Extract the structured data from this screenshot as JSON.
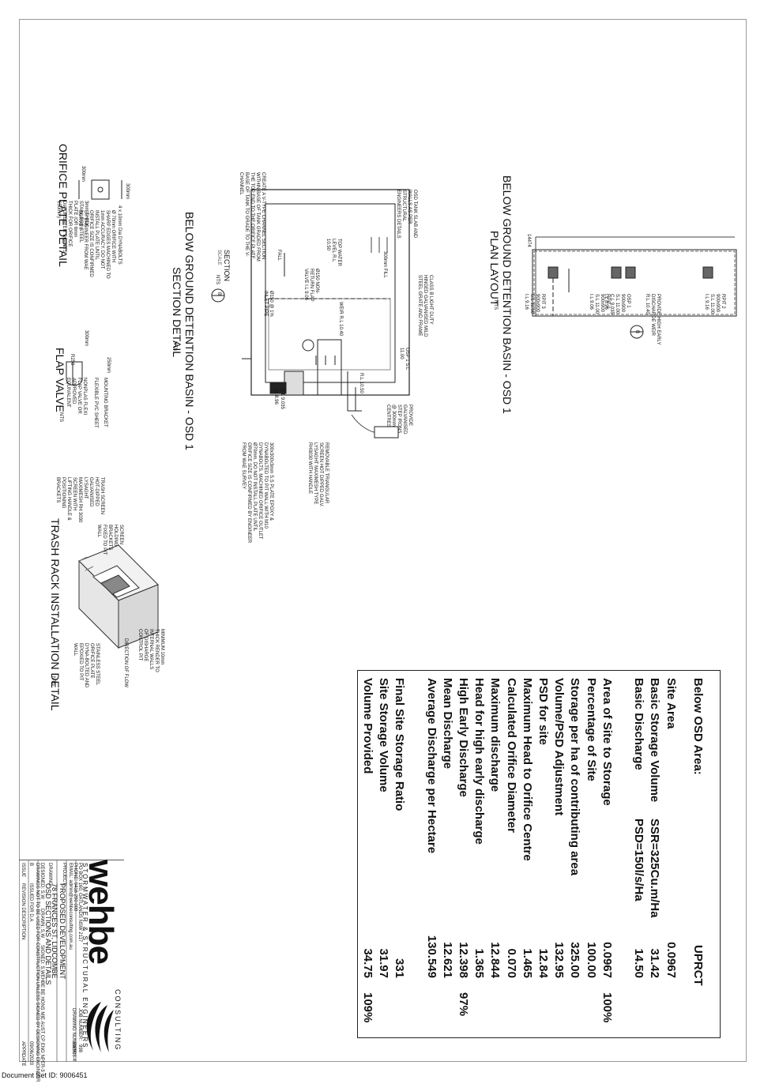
{
  "plan": {
    "title": "BELOW GROUND DETENTION BASIN - OSD 1",
    "subtitle": "PLAN LAYOUT",
    "scale": "NTS",
    "dimension": "14474",
    "pit_labels": [
      "RPIT 2\n900x900\nS.L 11.00\nI.L 9.16",
      "PROVIDE HIGH EARLY\nDISCHARGE WEIR\nR.L 10.40",
      "OSP 1\n900x900\nS.L 11.00\nC.L 9.035\nI.L 8.96",
      "RPIT 1\n900x900\nS.L 11.00\nI.L 9.06",
      "RPIT 3\n900x900\nS.L 11.00\nI.L 9.16"
    ],
    "section_marker": "B"
  },
  "section": {
    "title": "BELOW GROUND DETENTION BASIN - OSD 1",
    "subtitle": "SECTION DETAIL",
    "scale": "NTS",
    "section_label": "SECTION",
    "section_scale": "SCALE",
    "section_nts": "NTS",
    "section_marker": "B",
    "notes": [
      "OSD TANK SLAB AND WALLS AS PER STRUCTURAL ENGINEERS DETAILS",
      "CLASS B LIGHT DUTY HINGED GALVANISED MILD STEEL GRATE AND FRAME",
      "300mm FILL",
      "TOP WATER LEVEL R.L 10.50",
      "WEIR R.L 10.40",
      "FALL",
      "Ø150 NON-RETURN FLAP VALVE I.L 9.06",
      "Ø150 @ 1% INLET PIPE",
      "CREATE A V-TYPE CHANNEL SECTION WITHIN BASE OF TANK GRADED FROM THE TOP END TO THE ORIFICE PLATE. BASE OF TANK TO GRADE TO THE V-CHANNEL",
      "OSP 1 S.L 11.00",
      "R.L 10.50",
      "PROVIDE GALVANISED STEP IRONS @ 300mm CENTRES",
      "C.L 9.035",
      "I.L 8.96",
      "REMOVABLE TRIANGULAR SCREEN HOT DIPPED GALV. LYSAGHT MAXIMESH TYPE RH3030 WITH HANDLE",
      "300x300x3mm S.S PLATE EPOXY & DYNABOLTED TO PIT WALL WITH M10 DYNABOLTS. MACHINED ORIFICE OUTLET Ø70mm. DO NOT INSTALL PLATE UNTIL ORIFICE SIZE IS CONFIRMED BY ENGINEER FROM WAE SURVEY"
    ]
  },
  "orifice": {
    "title": "ORIFICE PLATE DETAIL",
    "scale": "NTS",
    "notes": [
      "300mm",
      "300mm",
      "4 x 10mm Dia DYNABOLTS",
      "Ø 70mm ORIFICE WITH SHARP EDGES MACHINED TO 1mm ACCURACY. DO NOT INSTALL PLATE UNTIL ORIFICE SIZE IS CONFIRMED BY ENGINEER FROM WAE SURVEY",
      "3mm THICK STAINLESS STEEL PLATE (OR 6mm THICK FOR ORIFICE DIA GREATER THAN 150mm)"
    ]
  },
  "flap": {
    "title": "FLAP VALVE",
    "scale": "NTS",
    "notes": [
      "250mm",
      "300mm",
      "R250",
      "MOUNTING BRACKET",
      "FLEXIBLE PVC SHEET",
      "NONPLAS FLEXI FLAP VALVE OR APPROVED EQUIVALENT"
    ]
  },
  "trash": {
    "title": "TRASH RACK INSTALLATION DETAIL",
    "scale": "NTS",
    "notes": [
      "SCREEN HOLDING BRACKETS FIXED TO PIT WALL",
      "TRASH SCREEN HOT-DIPPED GALVANISED LYSAGHT MAXIMESH RH 3030 SCREEN WITH LIFTING HANDLE & POSITIONING BRACKETS",
      "MINIMUM 10mm THICK RENDER TO INTERNAL WALLS OF DISHARGE CONTROL PIT",
      "DIRECTION OF FLOW",
      "STAINLESS STEEL ORIFICE PLATE DYNA-BOLTED AND EPOXIED TO PIT WALL"
    ]
  },
  "osd_table": {
    "heading": "Below OSD Area:",
    "heading_value": "UPRCT",
    "rows": [
      {
        "label": "Site Area",
        "mid": "",
        "value": "0.0967",
        "pct": ""
      },
      {
        "label": "Basic Storage Volume",
        "mid": "SSR=325Cu.m/Ha",
        "value": "31.42",
        "pct": ""
      },
      {
        "label": "Basic Discharge",
        "mid": "PSD=150l/s/Ha",
        "value": "14.50",
        "pct": ""
      },
      {
        "label": "",
        "mid": "",
        "value": "",
        "pct": ""
      },
      {
        "label": "Area of Site to Storage",
        "mid": "",
        "value": "0.0967",
        "pct": "100%"
      },
      {
        "label": "Percentage of Site",
        "mid": "",
        "value": "100.00",
        "pct": ""
      },
      {
        "label": "Storage per ha of contributing area",
        "mid": "",
        "value": "325.00",
        "pct": ""
      },
      {
        "label": "Volume/PSD Adjustment",
        "mid": "",
        "value": "132.95",
        "pct": ""
      },
      {
        "label": "PSD for site",
        "mid": "",
        "value": "12.84",
        "pct": ""
      },
      {
        "label": "Maximum Head to Orifice Centre",
        "mid": "",
        "value": "1.465",
        "pct": ""
      },
      {
        "label": "Calculated Orifice Diameter",
        "mid": "",
        "value": "0.070",
        "pct": ""
      },
      {
        "label": "Maximum discharge",
        "mid": "",
        "value": "12.844",
        "pct": ""
      },
      {
        "label": "Head for high early discharge",
        "mid": "",
        "value": "1.365",
        "pct": ""
      },
      {
        "label": "High Early Discharge",
        "mid": "",
        "value": "12.398",
        "pct": "97%"
      },
      {
        "label": "Mean Discharge",
        "mid": "",
        "value": "12.621",
        "pct": ""
      },
      {
        "label": "Average Discharge per Hectare",
        "mid": "",
        "value": "130.549",
        "pct": ""
      },
      {
        "label": "",
        "mid": "",
        "value": "",
        "pct": ""
      },
      {
        "label": "Final Site Storage Ratio",
        "mid": "",
        "value": "331",
        "pct": ""
      },
      {
        "label": "Site Storage Volume",
        "mid": "",
        "value": "31.97",
        "pct": ""
      },
      {
        "label": "Volume Provided",
        "mid": "",
        "value": "34.75",
        "pct": "109%"
      }
    ]
  },
  "title_block": {
    "logo": "wehbe",
    "consulting": "CONSULTING",
    "firm": "STORMWATER & STRUCTURAL ENGINEERS",
    "address": "PO BOX 160, OATLANDS NSW 2117",
    "phone": "PHONE: 0416 290 009",
    "email": "EMAIL: admin@wehbeconsulting.com.au",
    "job_label": "JOB NUMBER:",
    "job_number": "998",
    "drawing_number_label": "DRAWING NUMBER:",
    "drawing_number": "SW998-4",
    "project_label": "PROJECT:",
    "project": "PROPOSED DEVELOPMENT",
    "address_line": "78 FRANCES ST, LIDCOMBE",
    "drawing_label": "DRAWING:",
    "drawing": "OSD SECTIONS AND DETAILS",
    "designed": "DESIGNED: S.W",
    "drawn": "DRAWN: S.W",
    "signed": "SIGNED: S.WEHBE BE HONS MIE AUST CP ENG NPER-3",
    "warning": "DRAWINGS NOT TO BE USED FOR CONSTRUCTION UNLESS SIGNED BY DESIGNING ENGINEER",
    "date": "09/06/2020",
    "issue_label": "ISSUE",
    "issue": "B",
    "issue_desc": "ISSUED FOR D.A",
    "revision_label": "REVISION DESCRIPTION",
    "appr_label": "APPR.",
    "date_label": "DATE"
  },
  "footer": "Document Set ID: 9006451"
}
